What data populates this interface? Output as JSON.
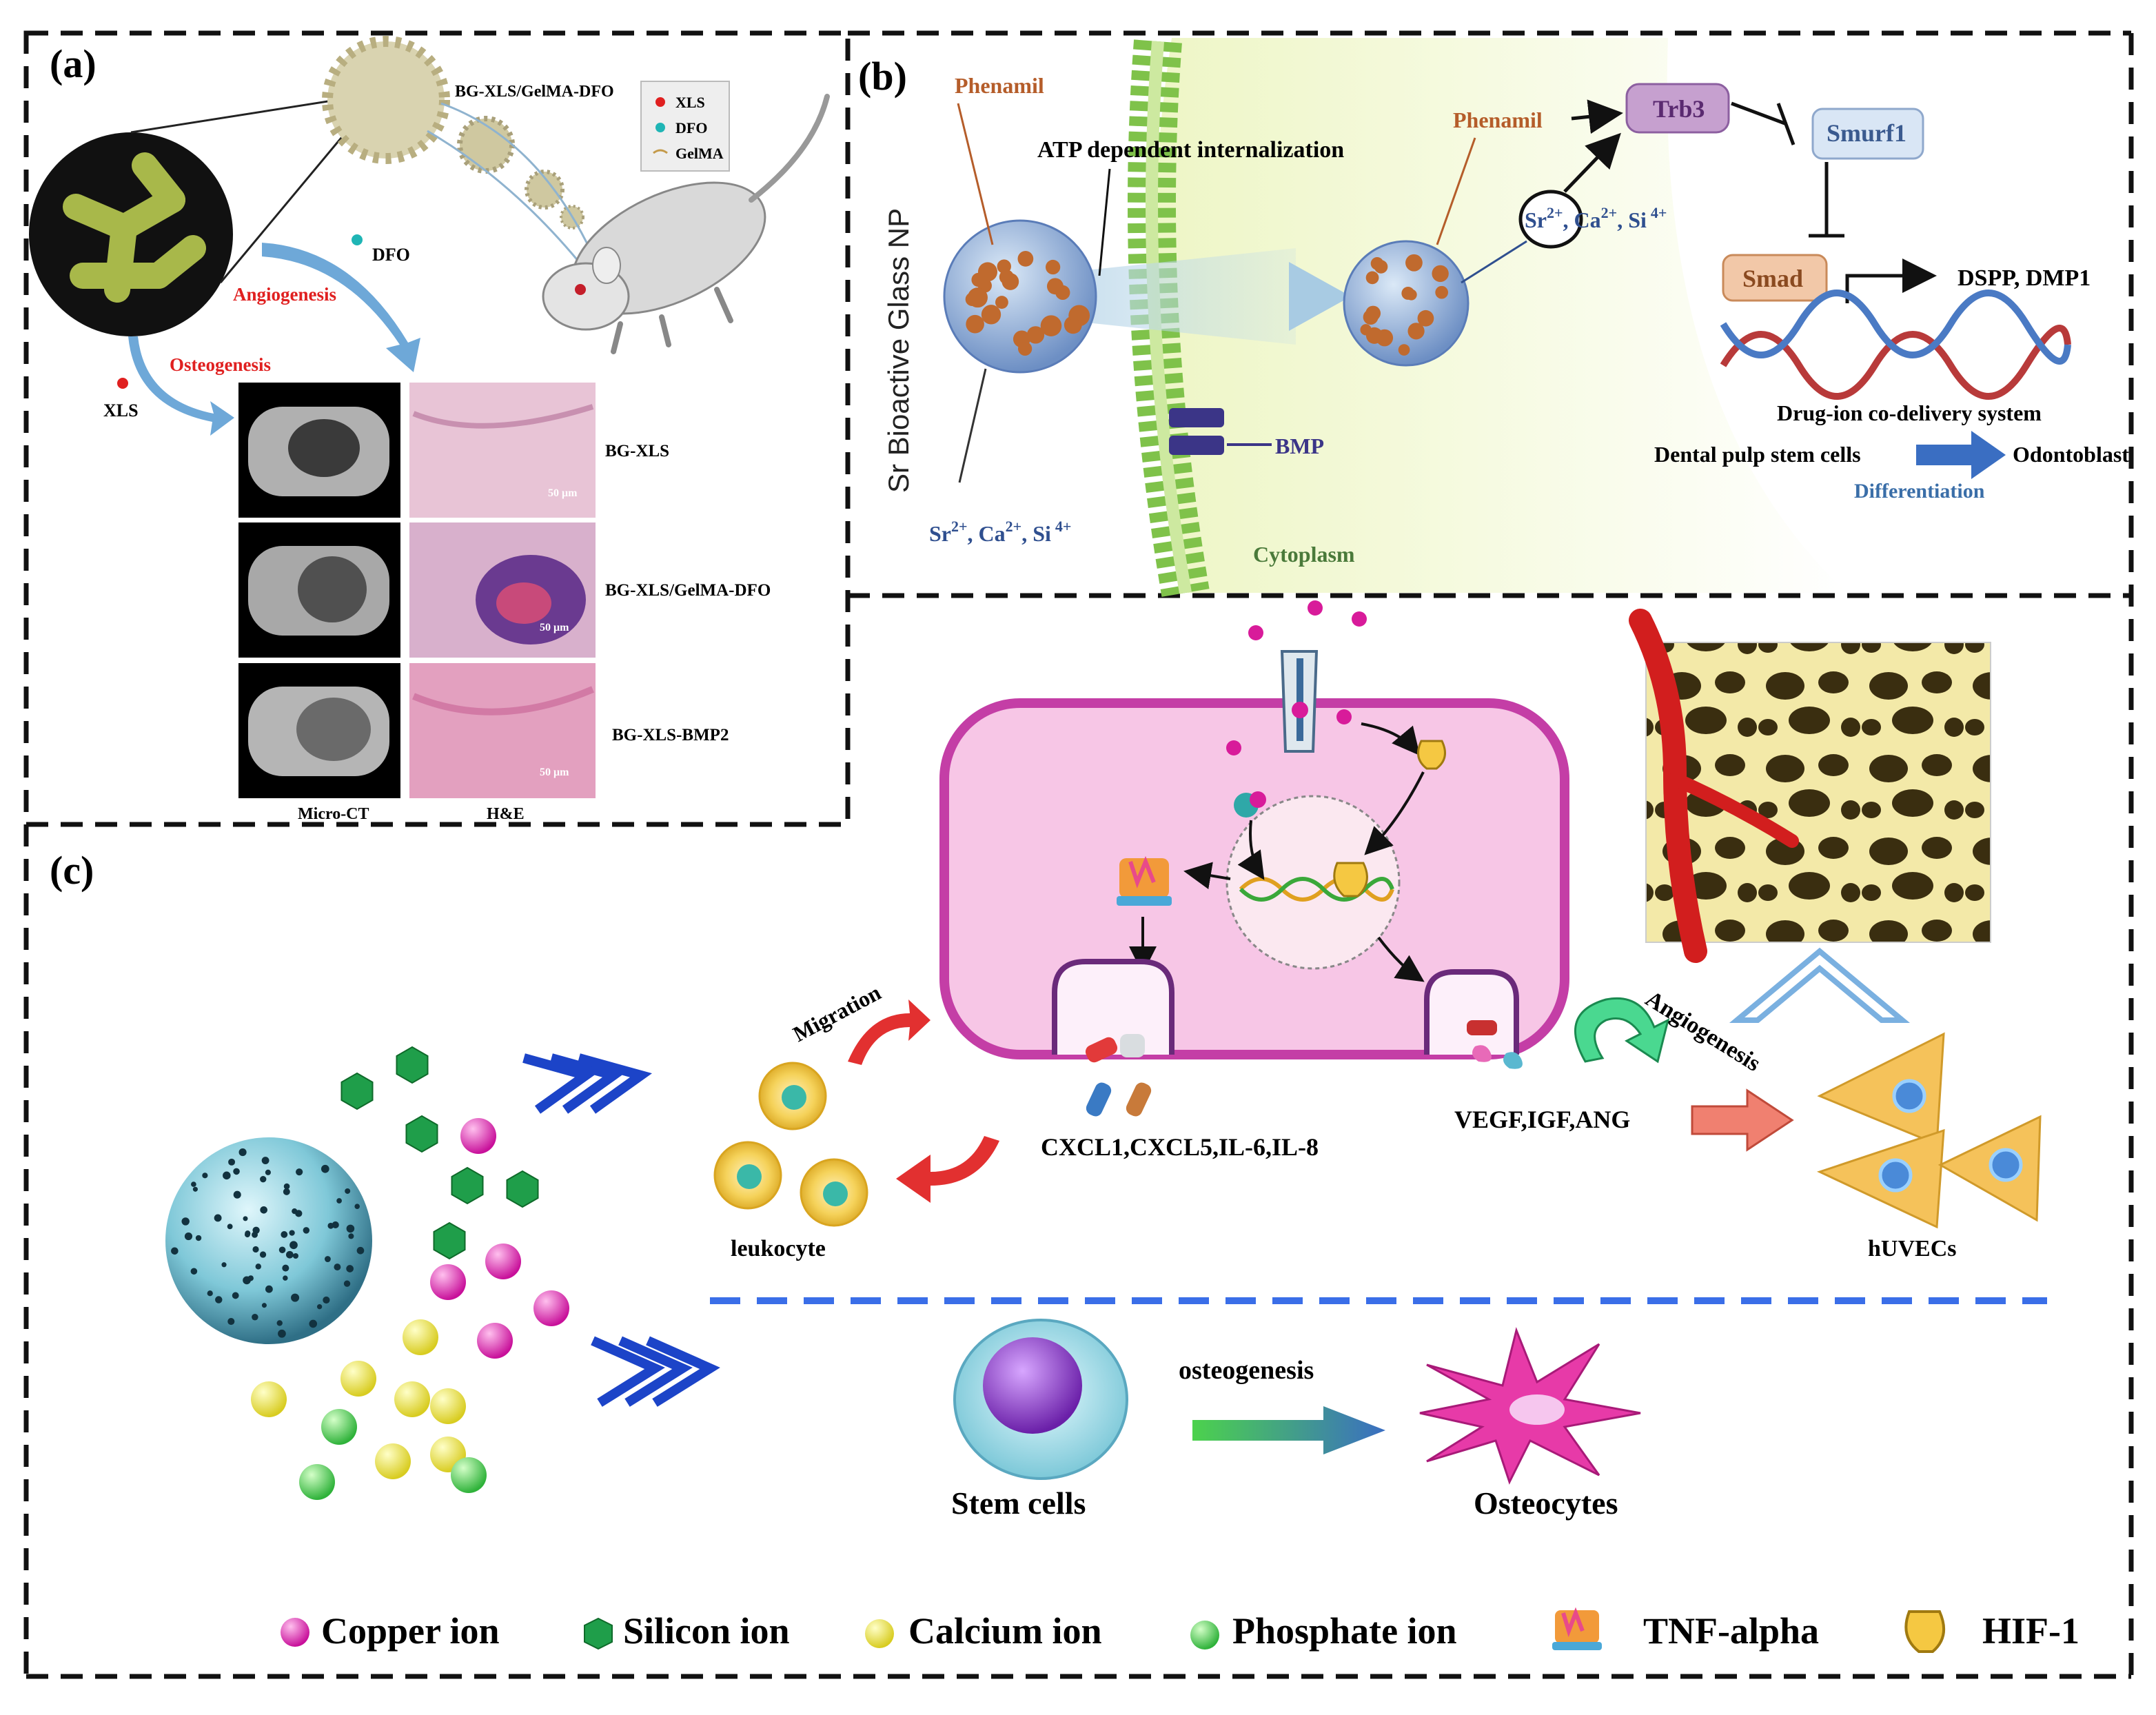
{
  "panel_a": {
    "label": "(a)",
    "composite": "BG-XLS/GelMA-DFO",
    "legend": [
      "XLS",
      "DFO",
      "GelMA"
    ],
    "dfo": "DFO",
    "xls": "XLS",
    "angiogenesis": "Angiogenesis",
    "osteogenesis": "Osteogenesis",
    "rows": [
      "BG-XLS",
      "BG-XLS/GelMA-DFO",
      "BG-XLS-BMP2"
    ],
    "scale": "50 μm",
    "col_microct": "Micro-CT",
    "col_he": "H&E"
  },
  "panel_b": {
    "label": "(b)",
    "vertical_title": "Sr Bioactive Glass NP",
    "phenamil": "Phenamil",
    "atp": "ATP dependent internalization",
    "ions_main": "Sr",
    "ions_rest": ", Ca",
    "ions_si": ", Si",
    "sup2": "2+",
    "sup4": "4+",
    "bmp": "BMP",
    "cytoplasm": "Cytoplasm",
    "trb3": "Trb3",
    "smurf1": "Smurf1",
    "smad": "Smad",
    "dspp": "DSPP, DMP1",
    "system": "Drug-ion co-delivery system",
    "dpsc": "Dental pulp stem cells",
    "odontoblast": "Odontoblast",
    "differentiation": "Differentiation"
  },
  "panel_c": {
    "label": "(c)",
    "migration": "Migration",
    "cytokines": "CXCL1,CXCL5,IL-6,IL-8",
    "leukocyte": "leukocyte",
    "growth": "VEGF,IGF,ANG",
    "angiogenesis": "Angiogenesis",
    "huvecs": "hUVECs",
    "osteogenesis": "osteogenesis",
    "stem": "Stem cells",
    "osteocytes": "Osteocytes",
    "legend": {
      "copper": "Copper ion",
      "silicon": "Silicon ion",
      "calcium": "Calcium ion",
      "phosphate": "Phosphate ion",
      "tnf": "TNF-alpha",
      "hif": "HIF-1"
    }
  },
  "colors": {
    "copper": "#d81b9a",
    "silicon": "#1f9e4a",
    "calcium": "#e8e23a",
    "phosphate": "#3cc24a",
    "cell": "#f7c6e6",
    "cell_border": "#c43ea6",
    "bio_blue": "#2f4f8f",
    "brown": "#b55d2a"
  }
}
